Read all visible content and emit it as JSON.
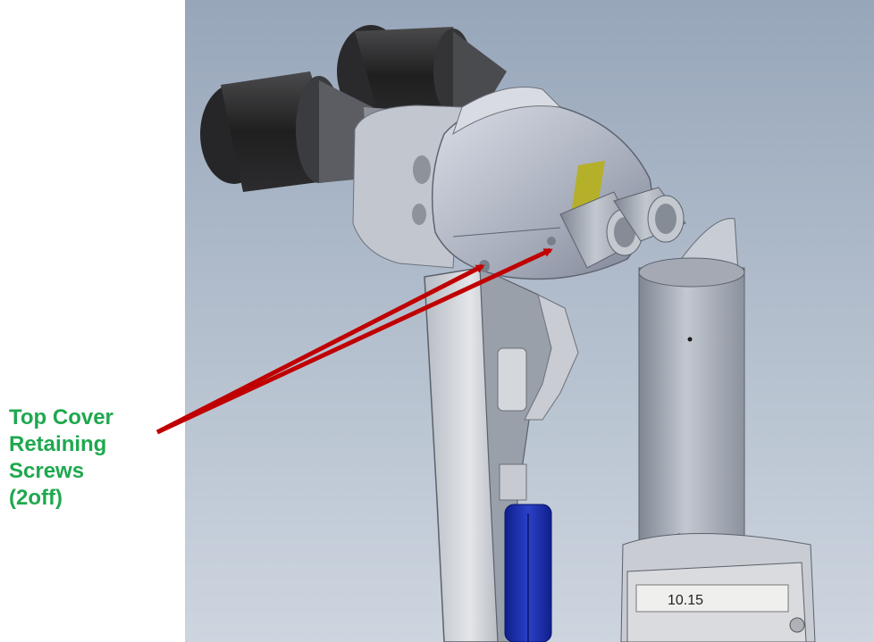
{
  "callout": {
    "lines": [
      "Top Cover",
      "Retaining",
      "Screws",
      "(2off)"
    ]
  },
  "scale_marking": "10.15",
  "colors": {
    "callout_text": "#1fa84f",
    "arrow": "#c00000",
    "background_top": "#97a6ba",
    "background_bottom": "#cdd5df",
    "battery": "#1a2fb5",
    "highlight_yellow": "#b5b02a"
  },
  "icons": {
    "eyepieces": "binocular-eyepieces",
    "housing": "optical-head-housing",
    "objectives": "objective-lenses",
    "handle": "pistol-grip-handle",
    "battery": "battery-cells",
    "column": "support-column",
    "base": "scale-base"
  }
}
